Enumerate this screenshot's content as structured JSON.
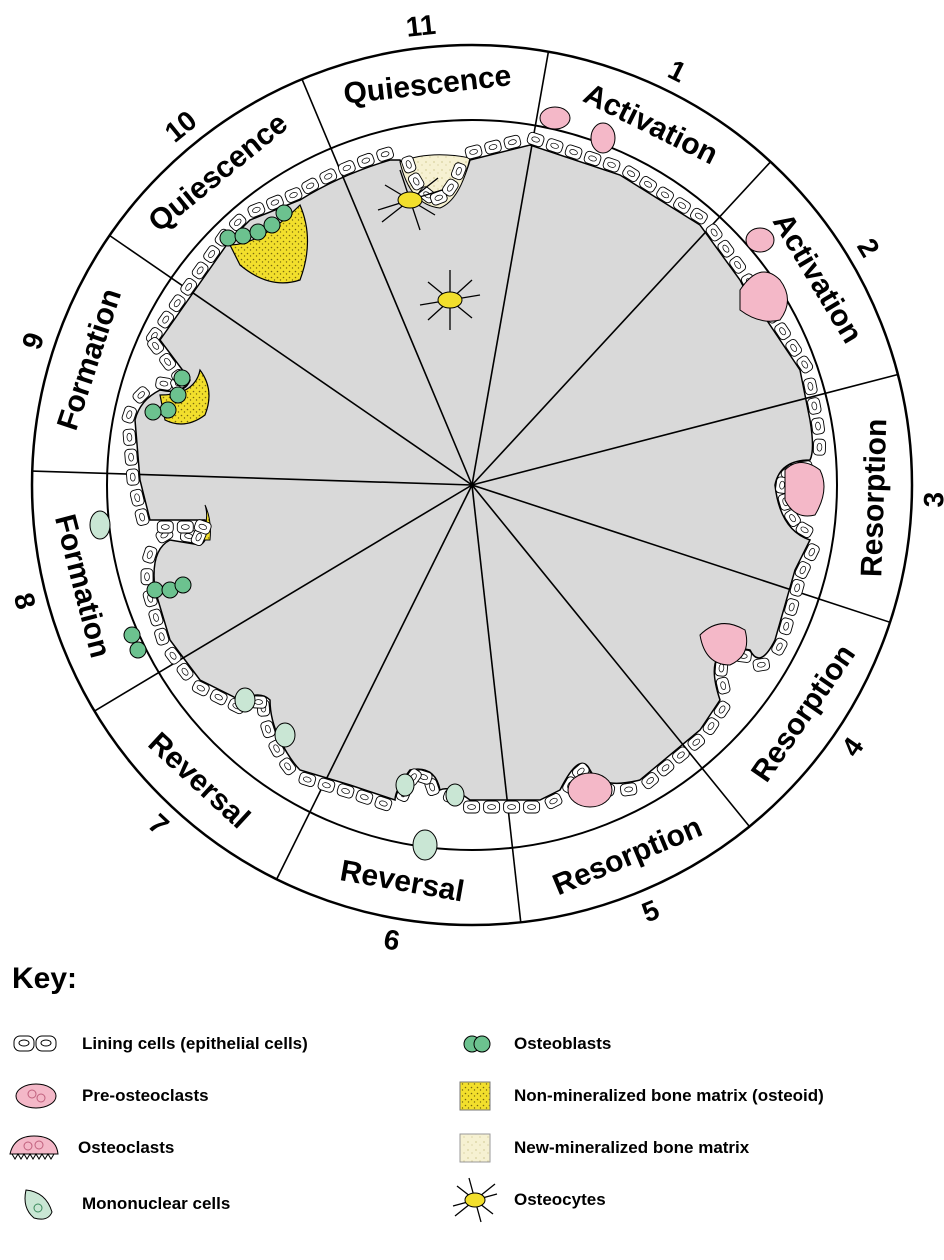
{
  "phases": [
    {
      "number": "1",
      "label": "Activation"
    },
    {
      "number": "2",
      "label": "Activation"
    },
    {
      "number": "3",
      "label": "Resorption"
    },
    {
      "number": "4",
      "label": "Resorption"
    },
    {
      "number": "5",
      "label": "Resorption"
    },
    {
      "number": "6",
      "label": "Reversal"
    },
    {
      "number": "7",
      "label": "Reversal"
    },
    {
      "number": "8",
      "label": "Formation"
    },
    {
      "number": "9",
      "label": "Formation"
    },
    {
      "number": "10",
      "label": "Quiescence"
    },
    {
      "number": "11",
      "label": "Quiescence"
    }
  ],
  "key": {
    "title": "Key:",
    "items": [
      {
        "icon": "lining-cells-icon",
        "label": "Lining cells (epithelial cells)"
      },
      {
        "icon": "pre-osteoclast-icon",
        "label": "Pre-osteoclasts"
      },
      {
        "icon": "osteoclast-icon",
        "label": "Osteoclasts"
      },
      {
        "icon": "mononuclear-cell-icon",
        "label": "Mononuclear cells"
      },
      {
        "icon": "osteoblast-icon",
        "label": "Osteoblasts"
      },
      {
        "icon": "osteoid-swatch-icon",
        "label": "Non-mineralized bone matrix (osteoid)"
      },
      {
        "icon": "mineralized-matrix-swatch-icon",
        "label": "New-mineralized bone matrix"
      },
      {
        "icon": "osteocyte-icon",
        "label": "Osteocytes"
      }
    ]
  },
  "colors": {
    "bone": "#d9d9d9",
    "osteoid": "#f2df2c",
    "new_matrix": "#f6f1d2",
    "osteoclast": "#f4b8c8",
    "osteoblast": "#6cc28f",
    "mononuclear": "#c9e6d4",
    "lining": "#ffffff"
  }
}
